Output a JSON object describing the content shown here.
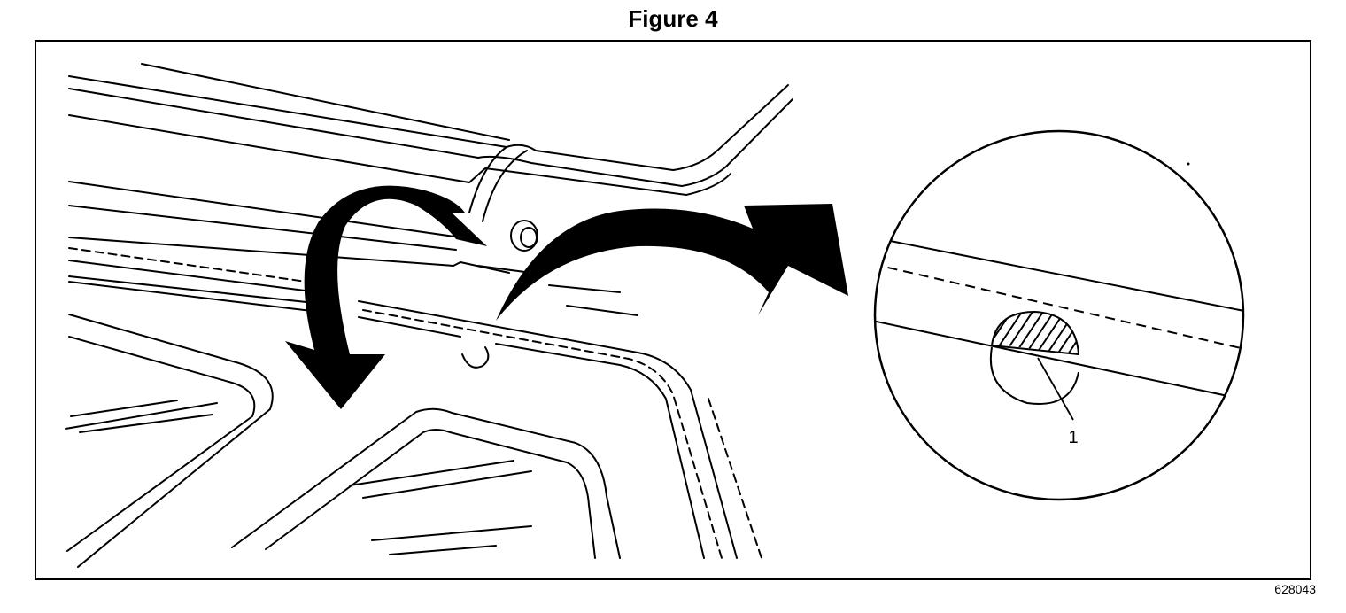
{
  "figure": {
    "title": "Figure 4",
    "id": "628043"
  },
  "callouts": [
    {
      "number": "1"
    }
  ]
}
